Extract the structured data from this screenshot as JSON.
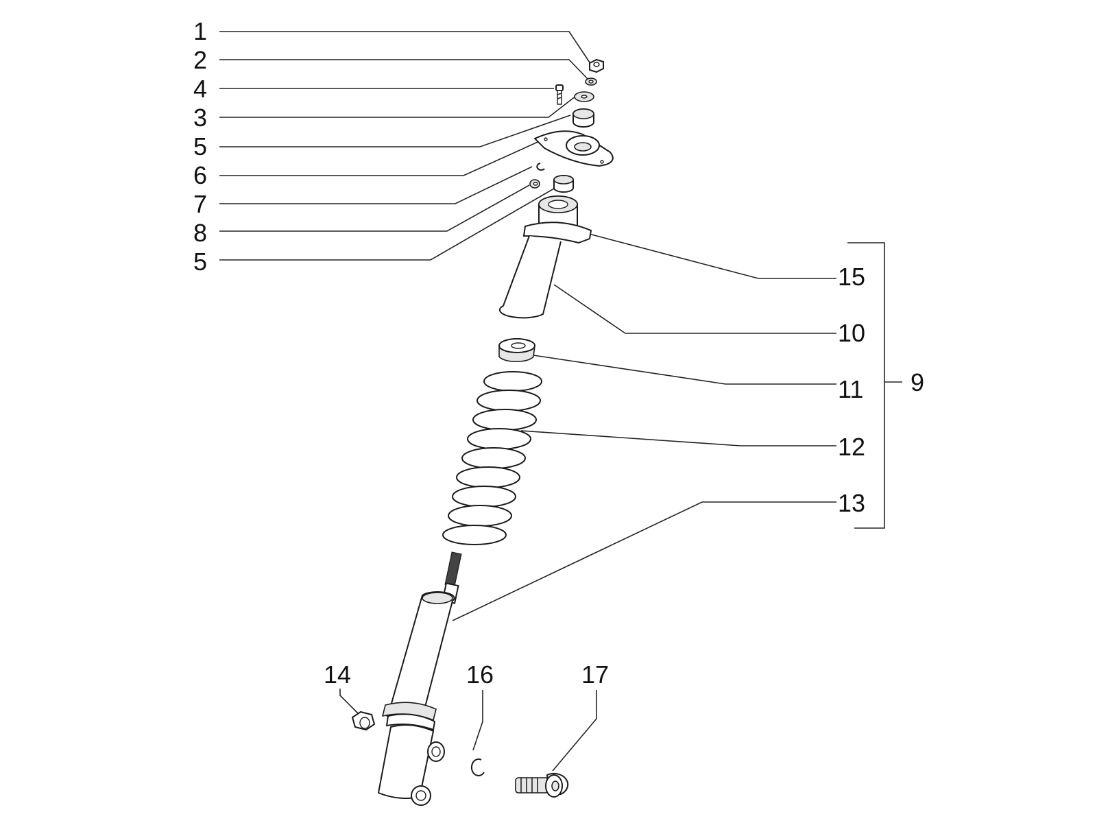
{
  "callouts": {
    "c1": "1",
    "c2": "2",
    "c4": "4",
    "c3": "3",
    "c5a": "5",
    "c6": "6",
    "c7": "7",
    "c8": "8",
    "c5b": "5",
    "c15": "15",
    "c10": "10",
    "c11": "11",
    "c9": "9",
    "c12": "12",
    "c13": "13",
    "c14": "14",
    "c16": "16",
    "c17": "17"
  },
  "colors": {
    "line": "#222222",
    "background": "#ffffff"
  }
}
